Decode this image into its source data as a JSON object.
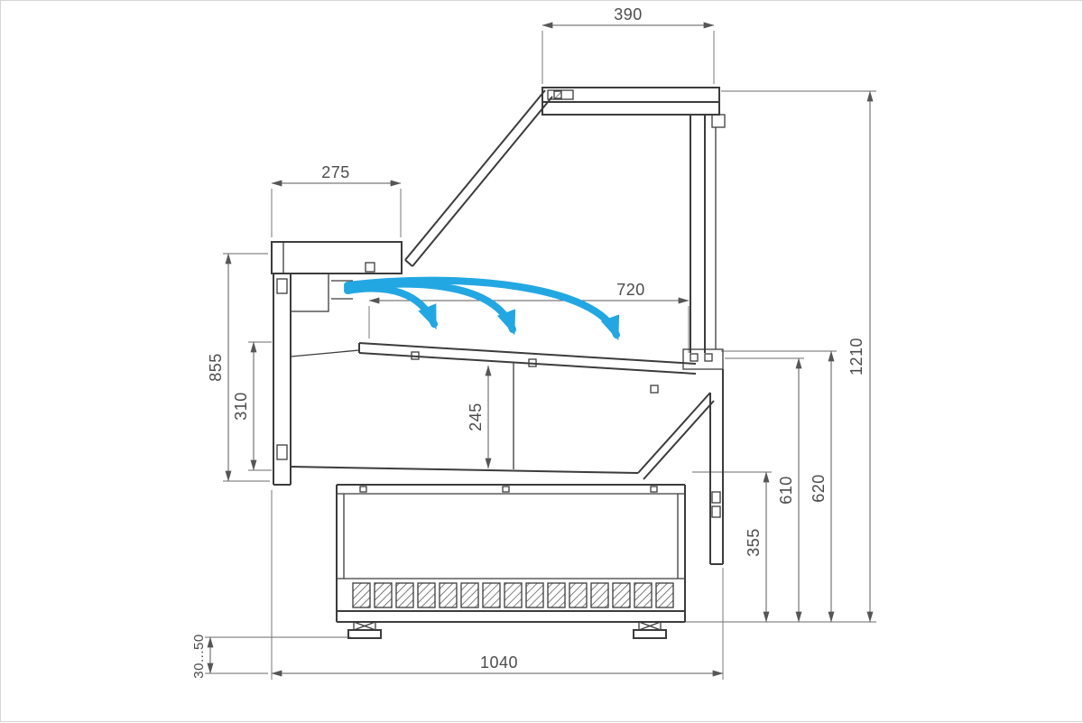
{
  "meta": {
    "type": "technical-drawing",
    "subject": "refrigerated-display-case-side-section"
  },
  "colors": {
    "line": "#3c3c3c",
    "dimension": "#585858",
    "airflow_accent": "#23a7e2",
    "background": "#ffffff",
    "border": "#d6d6d6"
  },
  "airflow": {
    "arrow_count": 3
  },
  "dims": {
    "canopy_width": "390",
    "rear_shelf_depth": "275",
    "deck_length": "720",
    "overall_height": "1210",
    "rear_height": "855",
    "rear_opening_height": "310",
    "well_height": "245",
    "front_inner_height": "610",
    "front_height": "620",
    "base_front_height": "355",
    "overall_depth": "1040",
    "foot_adjustment": "30...50"
  }
}
